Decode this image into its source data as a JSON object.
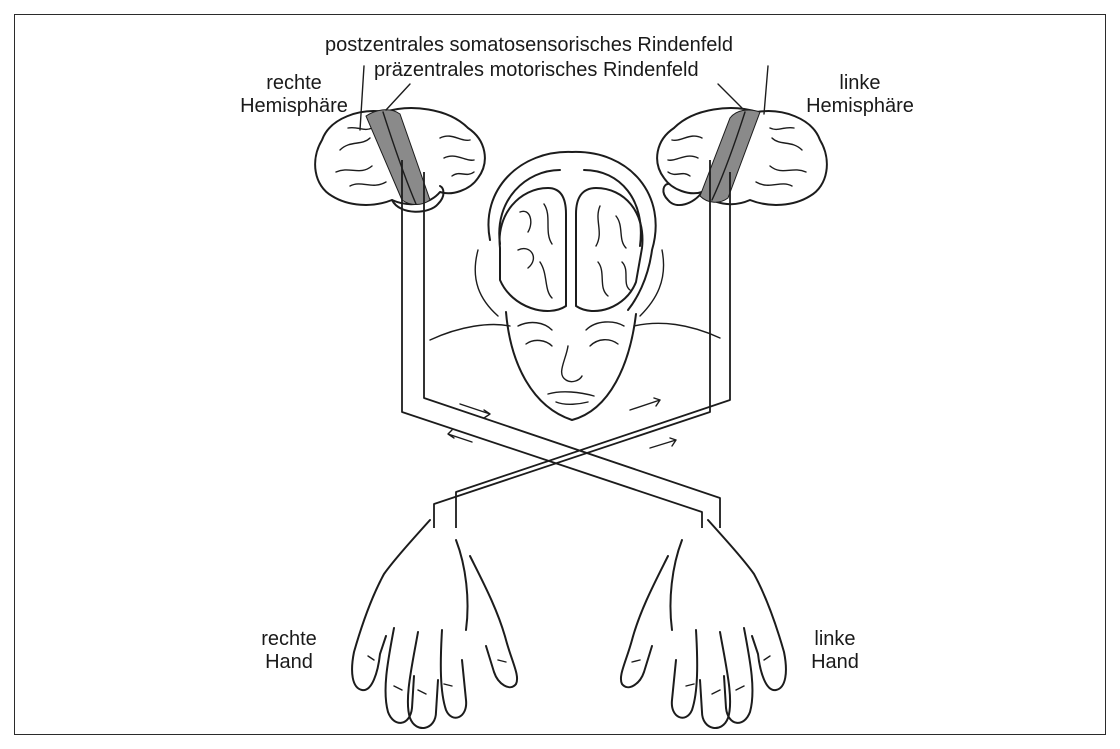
{
  "labels": {
    "postcentral": "postzentrales somatosensorisches Rindenfeld",
    "precentral": "präzentrales motorisches Rindenfeld",
    "right_hemisphere_line1": "rechte",
    "right_hemisphere_line2": "Hemisphäre",
    "left_hemisphere_line1": "linke",
    "left_hemisphere_line2": "Hemisphäre",
    "right_hand_line1": "rechte",
    "right_hand_line2": "Hand",
    "left_hand_line1": "linke",
    "left_hand_line2": "Hand"
  },
  "colors": {
    "ink": "#1c1c1c",
    "background": "#ffffff",
    "cortex_band": "#8a8a8a"
  }
}
